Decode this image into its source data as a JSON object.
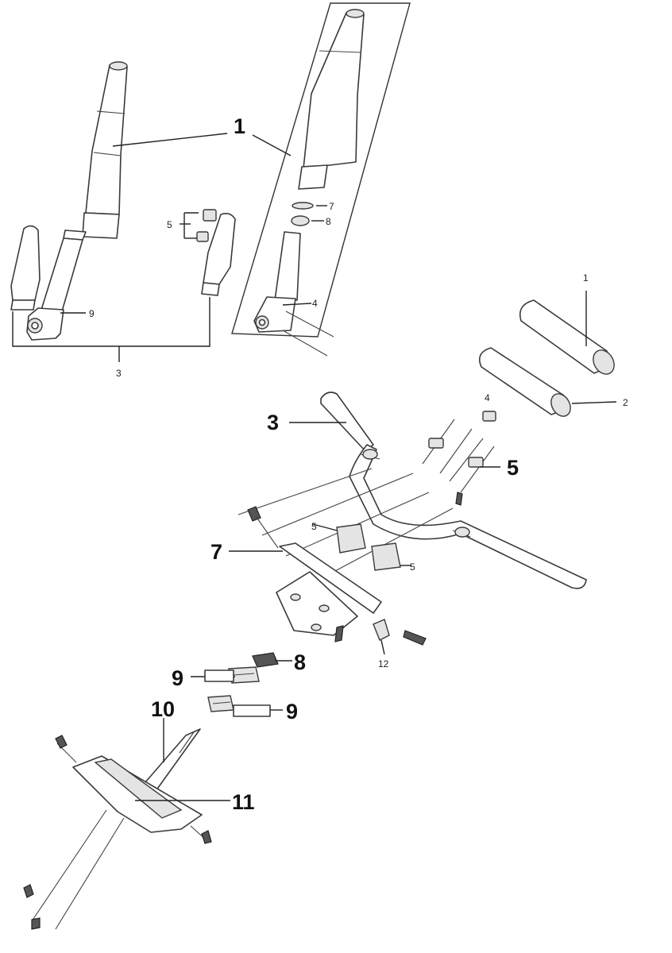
{
  "callouts": {
    "fork_assembly": "1",
    "fork_dust_seal": "7",
    "fork_retainer_ring": "8",
    "fork_bottom_case_bolt": "9",
    "fork_guard_collar": "5",
    "fork_leg_set": "3",
    "fork_axle_pin": "4",
    "grip_outer": "1",
    "grip_inner": "2",
    "handlebar": "3",
    "clamp_bolt_top": "4",
    "handlebar_holder_upper": "5",
    "holder_lower_left": "5",
    "holder_lower_right": "5",
    "top_bridge": "7",
    "steering_nut": "8",
    "bearing_upper": "9",
    "bearing_lower": "9",
    "steering_stem": "10",
    "under_bracket": "11",
    "bracket_bolt": "12"
  },
  "colors": {
    "line": "#3a3a3a",
    "label": "#111111",
    "background": "#ffffff"
  }
}
